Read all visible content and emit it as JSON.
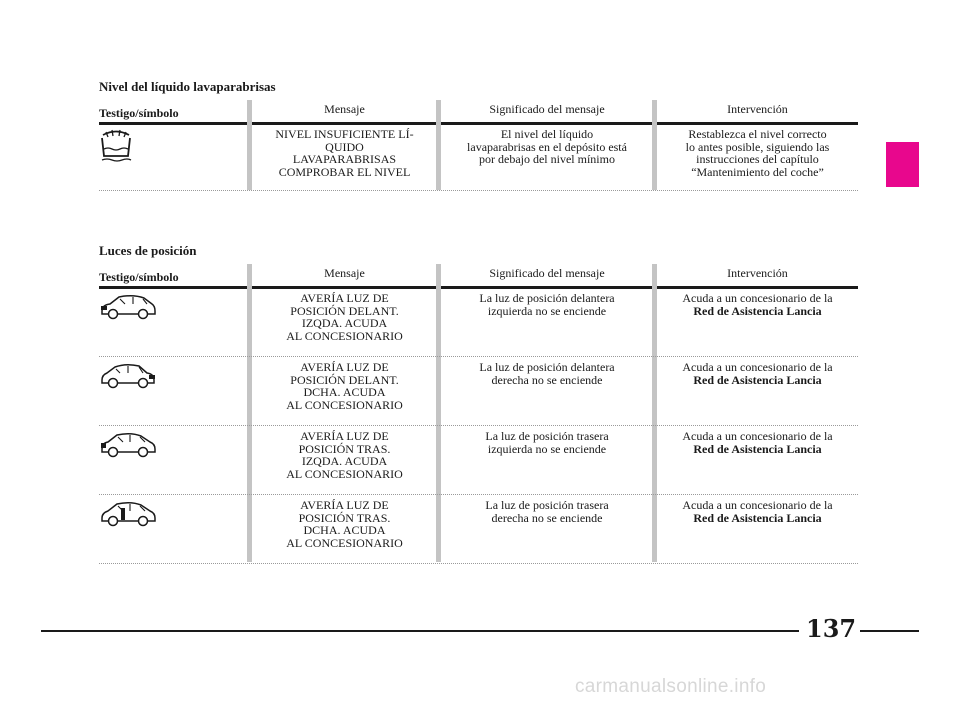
{
  "headers": {
    "col0": "Testigo/símbolo",
    "col1": "Mensaje",
    "col2": "Significado del mensaje",
    "col3": "Intervención"
  },
  "sections": [
    {
      "title": "Nivel del líquido lavaparabrisas",
      "rows": [
        {
          "icon": "washer-fluid-level-icon",
          "message": [
            "NIVEL INSUFICIENTE LÍ-",
            "QUIDO",
            "LAVAPARABRISAS",
            "COMPROBAR EL NIVEL"
          ],
          "meaning": [
            "El nivel del líquido",
            "lavaparabrisas en el depósito está",
            "por debajo del nivel mínimo"
          ],
          "action": [
            "Restablezca el nivel correcto",
            "lo antes posible, siguiendo las",
            "instrucciones del capítulo",
            "“Mantenimiento del coche”"
          ]
        }
      ]
    },
    {
      "title": "Luces de posición",
      "rows": [
        {
          "icon": "car-front-left-light-icon",
          "message": [
            "AVERÍA LUZ DE",
            "POSICIÓN DELANT.",
            "IZQDA. ACUDA",
            "AL CONCESIONARIO"
          ],
          "meaning": [
            "La luz de posición delantera",
            "izquierda no se enciende"
          ],
          "action_line1": "Acuda a un concesionario de la",
          "action_line2": "Red de Asistencia Lancia"
        },
        {
          "icon": "car-front-right-light-icon",
          "message": [
            "AVERÍA LUZ DE",
            "POSICIÓN DELANT.",
            "DCHA. ACUDA",
            "AL CONCESIONARIO"
          ],
          "meaning": [
            "La luz de posición delantera",
            "derecha no se enciende"
          ],
          "action_line1": "Acuda a un concesionario de la",
          "action_line2": "Red de Asistencia Lancia"
        },
        {
          "icon": "car-rear-left-light-icon",
          "message": [
            "AVERÍA LUZ DE",
            "POSICIÓN TRAS.",
            "IZQDA. ACUDA",
            "AL CONCESIONARIO"
          ],
          "meaning": [
            "La luz de posición trasera",
            "izquierda no se enciende"
          ],
          "action_line1": "Acuda a un concesionario de la",
          "action_line2": "Red de Asistencia Lancia"
        },
        {
          "icon": "car-rear-right-light-icon",
          "message": [
            "AVERÍA LUZ DE",
            "POSICIÓN TRAS.",
            "DCHA. ACUDA",
            "AL CONCESIONARIO"
          ],
          "meaning": [
            "La luz de posición trasera",
            "derecha no se enciende"
          ],
          "action_line1": "Acuda a un concesionario de la",
          "action_line2": "Red de Asistencia Lancia"
        }
      ]
    }
  ],
  "page_number": "137",
  "watermark": "carmanualsonline.info",
  "colors": {
    "accent_tab": "#e8078d",
    "column_divider": "#c4c4c4",
    "text": "#1a1a1a"
  }
}
